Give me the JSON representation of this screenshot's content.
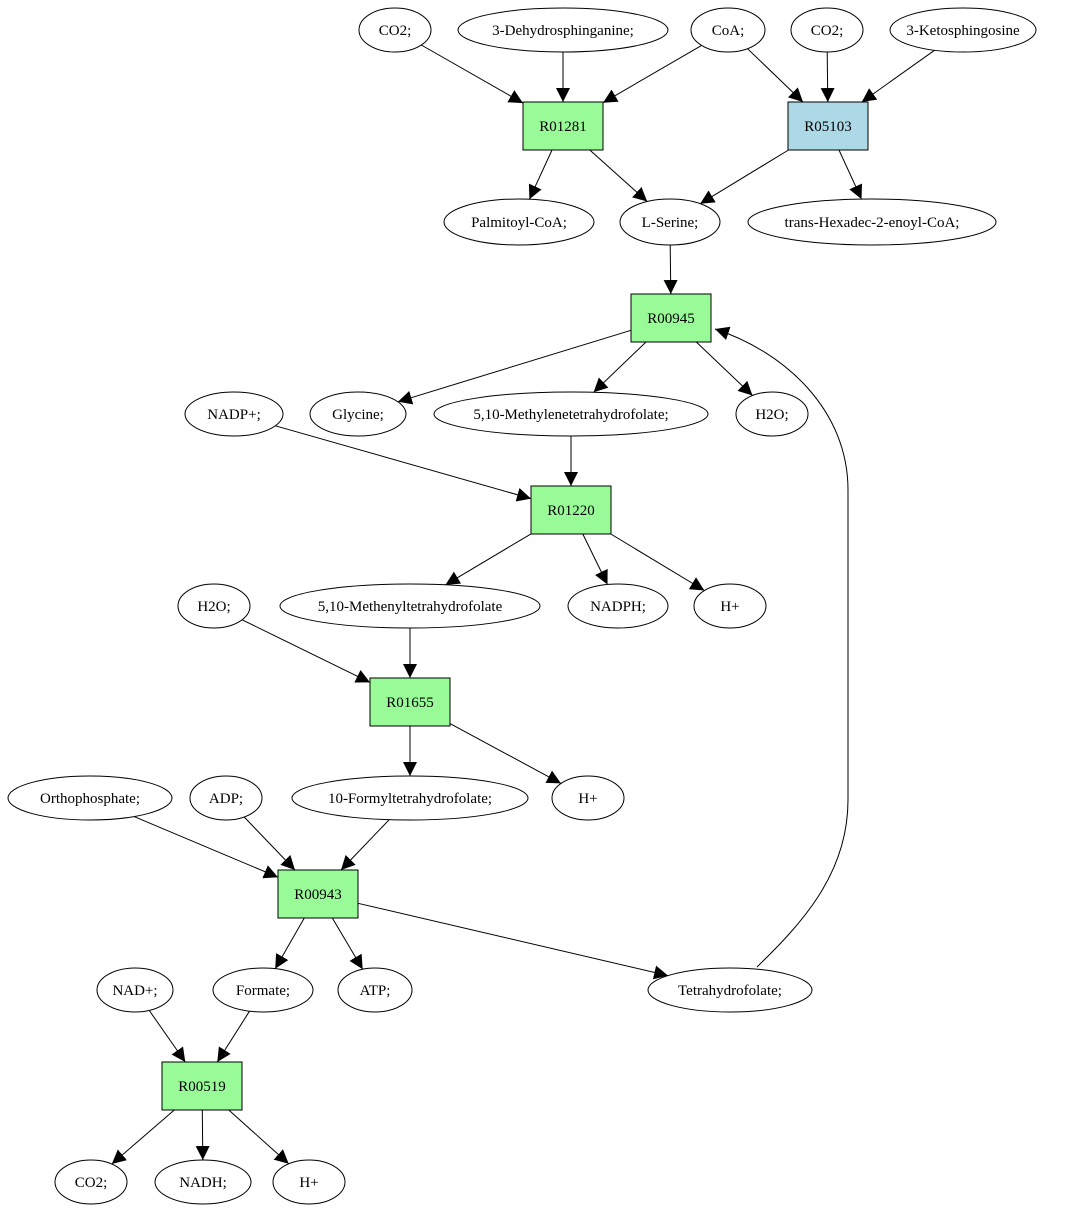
{
  "colors": {
    "reaction_default": "#98fb98",
    "reaction_alt": "#add8e6",
    "highlight_source": "#00ee00",
    "highlight_target": "#ffff00",
    "compound_default": "#ffffff"
  },
  "nodes": {
    "co2_a": {
      "label": "CO2;",
      "kind": "compound"
    },
    "dehydrosphinganine": {
      "label": "3-Dehydrosphinganine;",
      "kind": "compound"
    },
    "coa": {
      "label": "CoA;",
      "kind": "compound"
    },
    "co2_b": {
      "label": "CO2;",
      "kind": "compound"
    },
    "ketosphingosine": {
      "label": "3-Ketosphingosine",
      "kind": "compound"
    },
    "r01281": {
      "label": "R01281",
      "kind": "reaction"
    },
    "r05103": {
      "label": "R05103",
      "kind": "reaction",
      "color": "alt"
    },
    "palmitoyl_coa": {
      "label": "Palmitoyl-CoA;",
      "kind": "compound"
    },
    "l_serine": {
      "label": "L-Serine;",
      "kind": "compound",
      "color": "source"
    },
    "hexadecenoyl_coa": {
      "label": "trans-Hexadec-2-enoyl-CoA;",
      "kind": "compound"
    },
    "r00945": {
      "label": "R00945",
      "kind": "reaction"
    },
    "nadp": {
      "label": "NADP+;",
      "kind": "compound"
    },
    "glycine": {
      "label": "Glycine;",
      "kind": "compound",
      "color": "target"
    },
    "methylene_thf": {
      "label": "5,10-Methylenetetrahydrofolate;",
      "kind": "compound"
    },
    "h2o_a": {
      "label": "H2O;",
      "kind": "compound"
    },
    "r01220": {
      "label": "R01220",
      "kind": "reaction"
    },
    "h2o_b": {
      "label": "H2O;",
      "kind": "compound"
    },
    "methenyl_thf": {
      "label": "5,10-Methenyltetrahydrofolate",
      "kind": "compound"
    },
    "nadph": {
      "label": "NADPH;",
      "kind": "compound"
    },
    "h_plus_a": {
      "label": "H+",
      "kind": "compound"
    },
    "r01655": {
      "label": "R01655",
      "kind": "reaction"
    },
    "orthophosphate": {
      "label": "Orthophosphate;",
      "kind": "compound"
    },
    "adp": {
      "label": "ADP;",
      "kind": "compound"
    },
    "formyl_thf": {
      "label": "10-Formyltetrahydrofolate;",
      "kind": "compound"
    },
    "h_plus_b": {
      "label": "H+",
      "kind": "compound"
    },
    "r00943": {
      "label": "R00943",
      "kind": "reaction"
    },
    "nad": {
      "label": "NAD+;",
      "kind": "compound"
    },
    "formate": {
      "label": "Formate;",
      "kind": "compound"
    },
    "atp": {
      "label": "ATP;",
      "kind": "compound"
    },
    "thf": {
      "label": "Tetrahydrofolate;",
      "kind": "compound"
    },
    "r00519": {
      "label": "R00519",
      "kind": "reaction"
    },
    "co2_c": {
      "label": "CO2;",
      "kind": "compound"
    },
    "nadh": {
      "label": "NADH;",
      "kind": "compound"
    },
    "h_plus_c": {
      "label": "H+",
      "kind": "compound"
    }
  },
  "edges": [
    [
      "co2_a",
      "r01281"
    ],
    [
      "dehydrosphinganine",
      "r01281"
    ],
    [
      "coa",
      "r01281"
    ],
    [
      "coa",
      "r05103"
    ],
    [
      "co2_b",
      "r05103"
    ],
    [
      "ketosphingosine",
      "r05103"
    ],
    [
      "r01281",
      "palmitoyl_coa"
    ],
    [
      "r01281",
      "l_serine"
    ],
    [
      "r05103",
      "l_serine"
    ],
    [
      "r05103",
      "hexadecenoyl_coa"
    ],
    [
      "l_serine",
      "r00945"
    ],
    [
      "thf",
      "r00945"
    ],
    [
      "r00945",
      "glycine"
    ],
    [
      "r00945",
      "methylene_thf"
    ],
    [
      "r00945",
      "h2o_a"
    ],
    [
      "nadp",
      "r01220"
    ],
    [
      "methylene_thf",
      "r01220"
    ],
    [
      "r01220",
      "methenyl_thf"
    ],
    [
      "r01220",
      "nadph"
    ],
    [
      "r01220",
      "h_plus_a"
    ],
    [
      "h2o_b",
      "r01655"
    ],
    [
      "methenyl_thf",
      "r01655"
    ],
    [
      "r01655",
      "formyl_thf"
    ],
    [
      "r01655",
      "h_plus_b"
    ],
    [
      "orthophosphate",
      "r00943"
    ],
    [
      "adp",
      "r00943"
    ],
    [
      "formyl_thf",
      "r00943"
    ],
    [
      "r00943",
      "formate"
    ],
    [
      "r00943",
      "atp"
    ],
    [
      "r00943",
      "thf"
    ],
    [
      "nad",
      "r00519"
    ],
    [
      "formate",
      "r00519"
    ],
    [
      "r00519",
      "co2_c"
    ],
    [
      "r00519",
      "nadh"
    ],
    [
      "r00519",
      "h_plus_c"
    ]
  ]
}
